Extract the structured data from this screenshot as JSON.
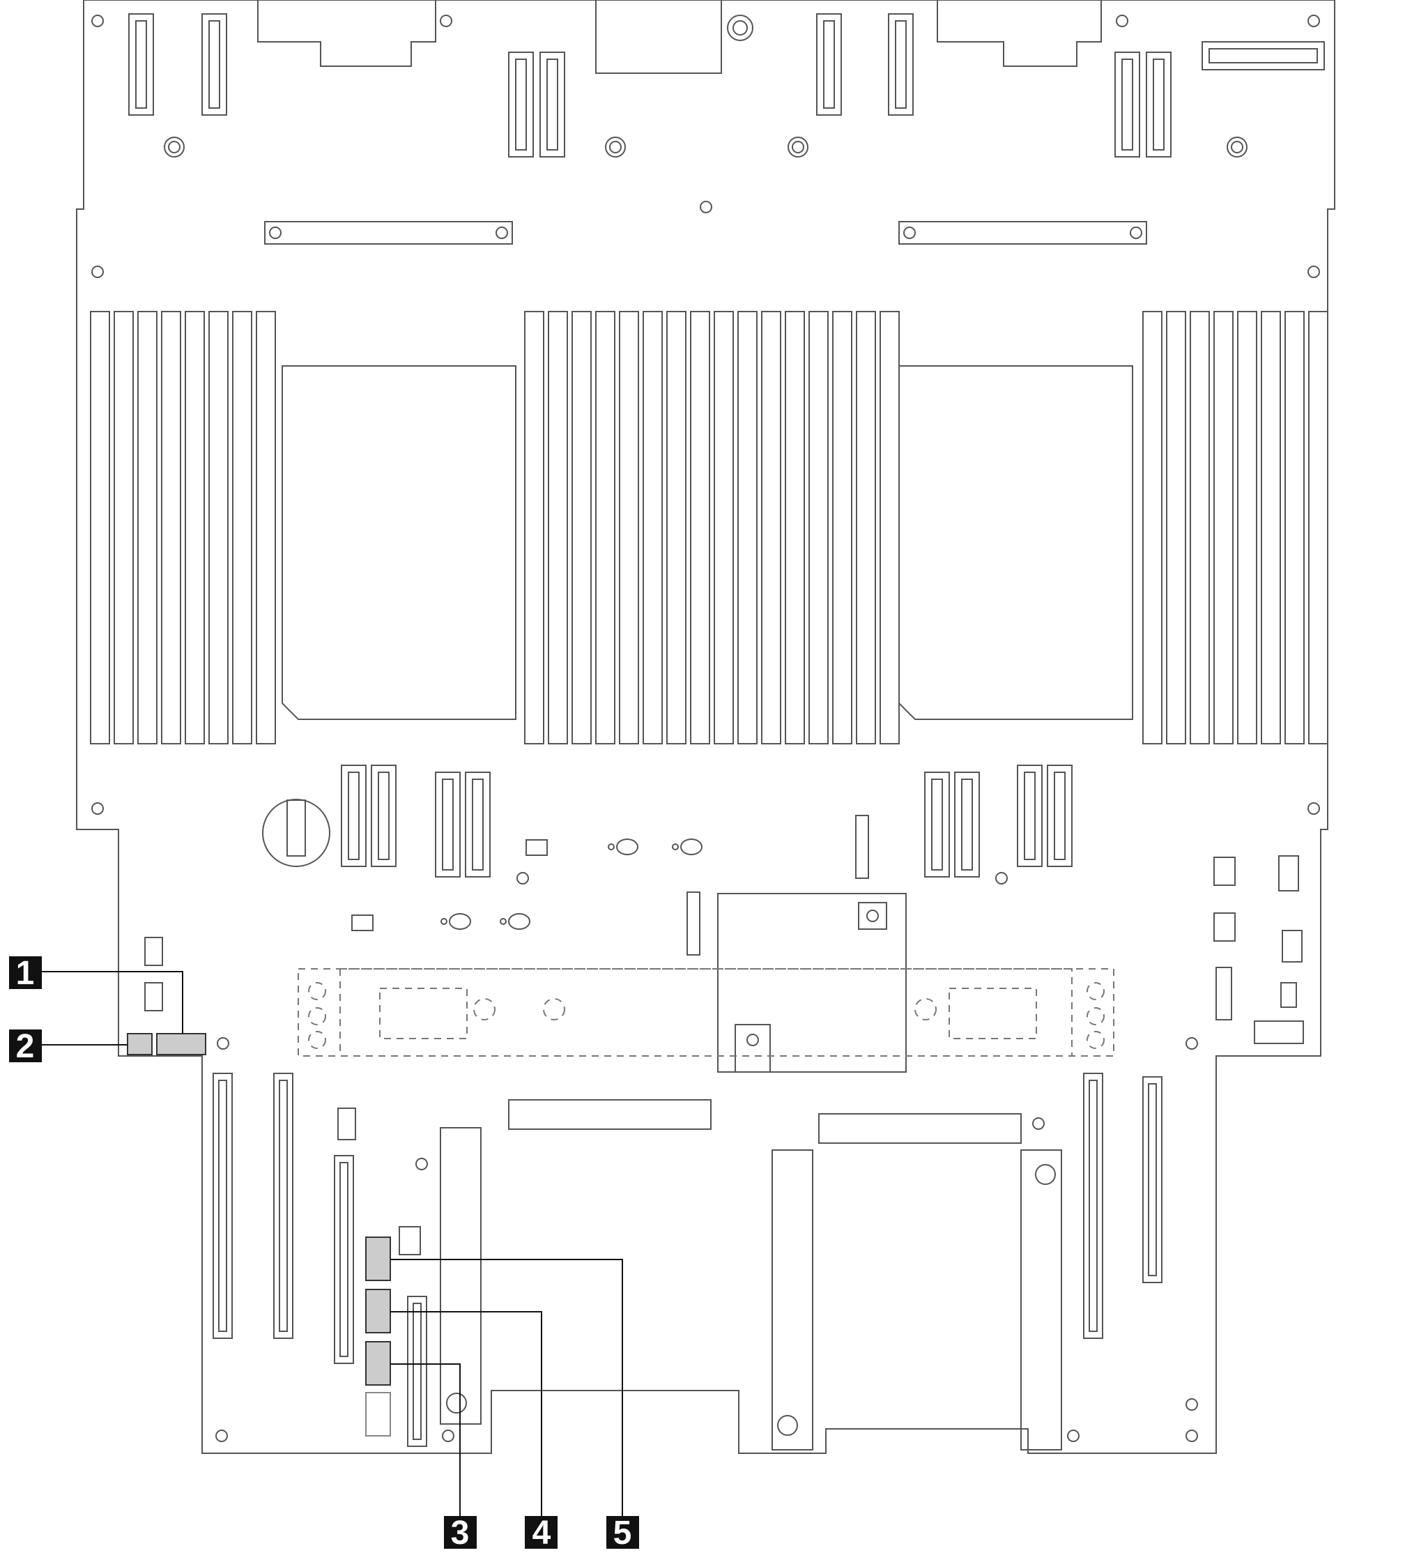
{
  "callouts": [
    {
      "id": "1",
      "label": "1"
    },
    {
      "id": "2",
      "label": "2"
    },
    {
      "id": "3",
      "label": "3"
    },
    {
      "id": "4",
      "label": "4"
    },
    {
      "id": "5",
      "label": "5"
    }
  ],
  "colors": {
    "line": "#555555",
    "callout_bg": "#111111",
    "callout_text": "#ffffff",
    "header_fill": "#bbbbbb"
  }
}
